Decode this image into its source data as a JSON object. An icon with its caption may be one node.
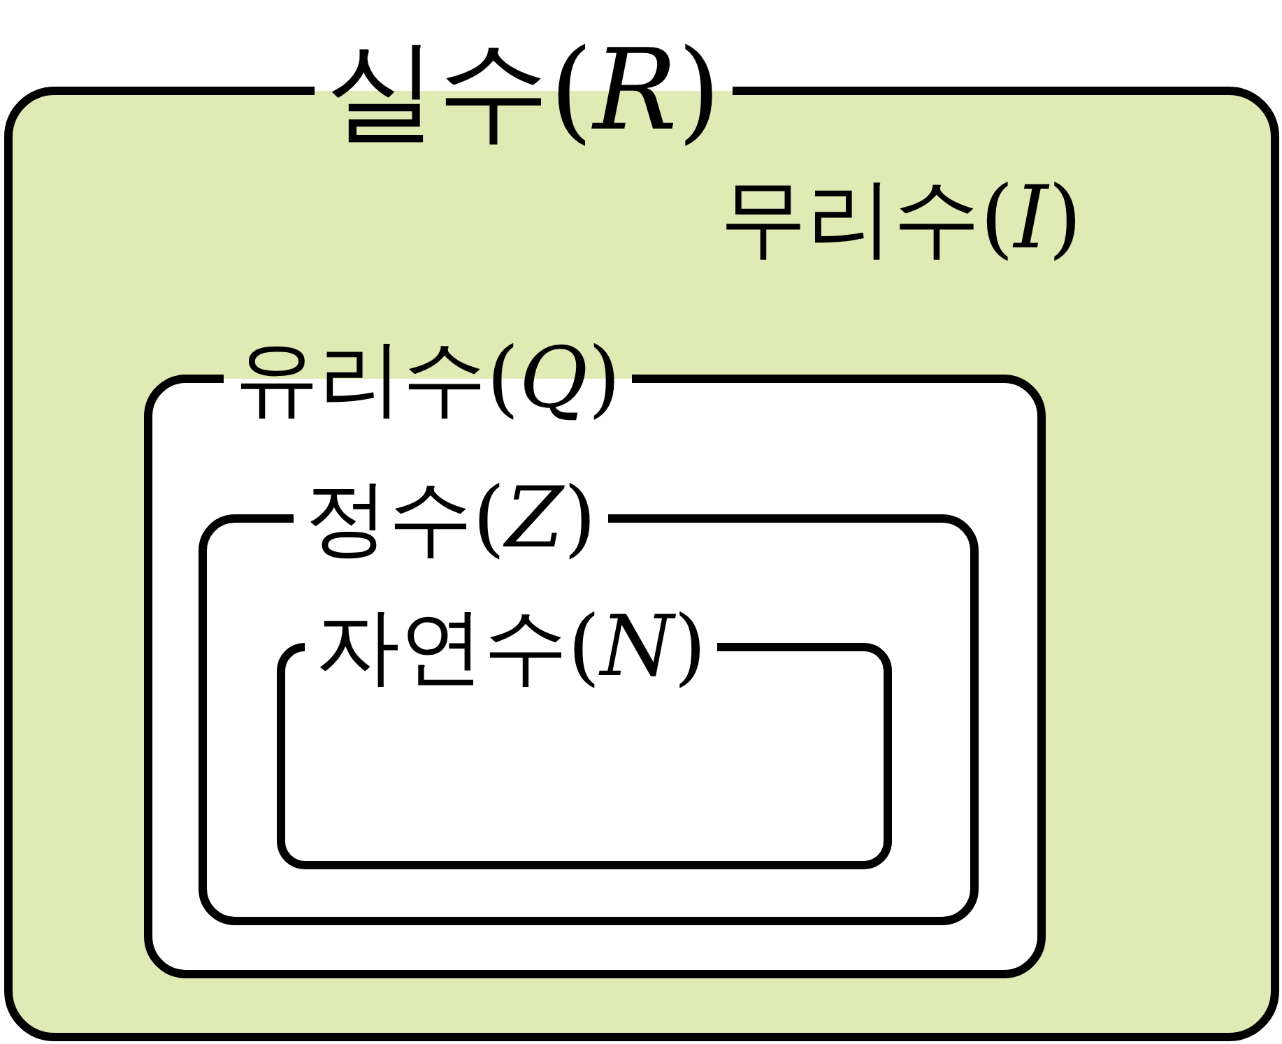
{
  "diagram": {
    "nodes": [
      {
        "text": [
          "실수(*R*)"
        ]
      },
      {
        "text": [
          "유리수(*Q*)"
        ],
        "in": 0
      },
      {
        "text": [
          "정수(*Z*)"
        ],
        "in": 1
      },
      {
        "text": [
          "자연수(*N*)"
        ],
        "in": 2
      }
    ],
    "labels": [
      "무리수(*I*)"
    ]
  }
}
